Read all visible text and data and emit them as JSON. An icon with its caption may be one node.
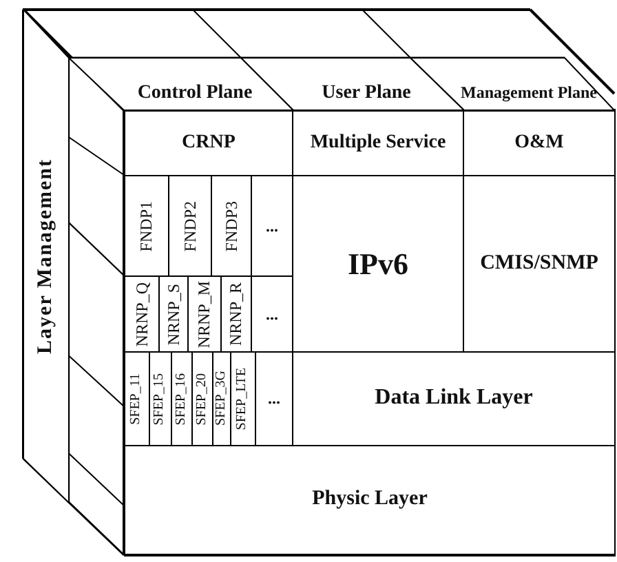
{
  "diagram": {
    "nodes": [
      {
        "text": [
          "Control Plane"
        ]
      },
      {
        "text": [
          "User Plane"
        ]
      },
      {
        "text": [
          "Management Plane"
        ]
      },
      {
        "text": [
          "Layer Management"
        ]
      },
      {
        "text": [
          "CRNP"
        ]
      },
      {
        "text": [
          "Multiple Service"
        ]
      },
      {
        "text": [
          "O&M"
        ]
      },
      {
        "text": [
          "FNDP1"
        ]
      },
      {
        "text": [
          "FNDP2"
        ]
      },
      {
        "text": [
          "FNDP3"
        ]
      },
      {
        "text": [
          "..."
        ]
      },
      {
        "text": [
          "NRNP_Q"
        ]
      },
      {
        "text": [
          "NRNP_S"
        ]
      },
      {
        "text": [
          "NRNP_M"
        ]
      },
      {
        "text": [
          "NRNP_R"
        ]
      },
      {
        "text": [
          "..."
        ]
      },
      {
        "text": [
          "IPv6"
        ]
      },
      {
        "text": [
          "CMIS/SNMP"
        ]
      },
      {
        "text": [
          "SFEP_11"
        ]
      },
      {
        "text": [
          "SFEP_15"
        ]
      },
      {
        "text": [
          "SFEP_16"
        ]
      },
      {
        "text": [
          "SFEP_20"
        ]
      },
      {
        "text": [
          "SFEP_3G"
        ]
      },
      {
        "text": [
          "SFEP_LTE"
        ]
      },
      {
        "text": [
          "..."
        ]
      },
      {
        "text": [
          "Data Link Layer"
        ]
      },
      {
        "text": [
          "Physic Layer"
        ]
      }
    ]
  }
}
